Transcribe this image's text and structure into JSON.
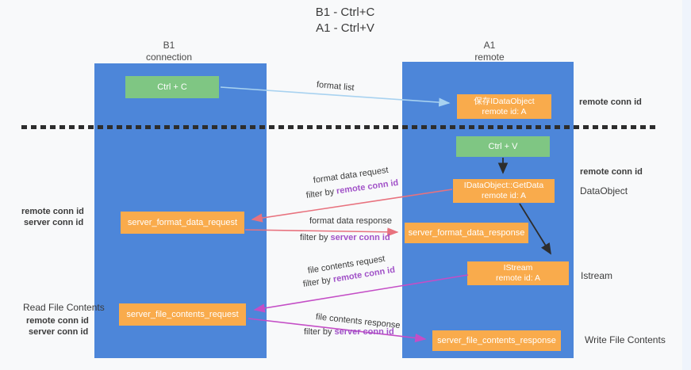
{
  "title": {
    "line1": "B1 - Ctrl+C",
    "line2": "A1 - Ctrl+V"
  },
  "lifelines": {
    "left": {
      "title": "B1",
      "subtitle": "connection"
    },
    "right": {
      "title": "A1",
      "subtitle": "remote"
    }
  },
  "nodes": {
    "ctrl_c": {
      "label": "Ctrl + C"
    },
    "ctrl_v": {
      "label": "Ctrl + V"
    },
    "save_idataobject": {
      "line1": "保存IDataObject",
      "line2": "remote id: A"
    },
    "getdata": {
      "line1": "IDataObject::GetData",
      "line2": "remote id: A"
    },
    "istream": {
      "line1": "IStream",
      "line2": "remote id: A"
    },
    "server_format_data_request": {
      "label": "server_format_data_request"
    },
    "server_format_data_response": {
      "label": "server_format_data_response"
    },
    "server_file_contents_request": {
      "label": "server_file_contents_request"
    },
    "server_file_contents_response": {
      "label": "server_file_contents_response"
    }
  },
  "flow_labels": {
    "format_list": "format list",
    "format_data_request": "format data request",
    "format_data_response": "format data response",
    "file_contents_request": "file contents request",
    "file_contents_response": "file contents response",
    "filter_by": "filter by",
    "remote_conn_id": "remote conn id",
    "server_conn_id": "server conn id"
  },
  "annotations": {
    "right_remote_conn_id_top": "remote conn id",
    "right_remote_conn_id_mid": "remote conn id",
    "dataobject": "DataObject",
    "istream": "Istream",
    "write_file_contents": "Write File Contents",
    "left_remote_conn_id_top": "remote conn id",
    "left_server_conn_id_top": "server conn id",
    "read_file_contents": "Read File Contents",
    "left_remote_conn_id_bottom": "remote conn id",
    "left_server_conn_id_bottom": "server conn id"
  },
  "colors": {
    "lifeline_blue": "#4d86d9",
    "node_orange": "#f9ab4c",
    "node_green": "#7fc683",
    "arrow_light_blue": "#a8d2f0",
    "arrow_salmon": "#e8727e",
    "arrow_magenta": "#c44ec6",
    "arrow_black": "#2d2d2d",
    "text_purple": "#a152c8",
    "text_green": "#4bae53"
  }
}
